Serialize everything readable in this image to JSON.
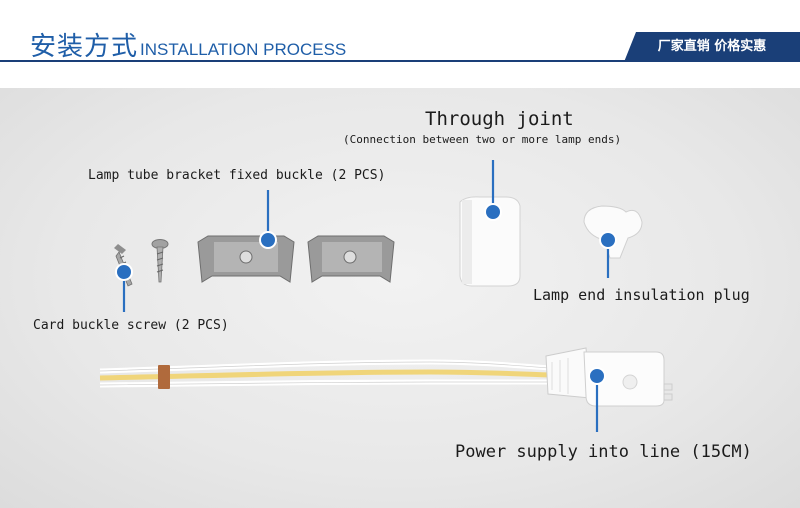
{
  "header": {
    "title_cn": "安装方式",
    "title_en": "INSTALLATION PROCESS",
    "tag": "厂家直销  价格实惠"
  },
  "labels": {
    "through_joint": "Through joint",
    "through_joint_note": "(Connection between two or more lamp ends)",
    "bracket_buckle": "Lamp tube bracket fixed buckle (2 PCS)",
    "end_plug": "Lamp end insulation plug",
    "screw": "Card buckle screw (2 PCS)",
    "power_line": "Power supply into line (15CM)"
  },
  "colors": {
    "accent": "#1f5ea8",
    "header_bar": "#1a3f78",
    "marker": "#2a6fc0",
    "wire_yellow": "#f0d57a"
  }
}
